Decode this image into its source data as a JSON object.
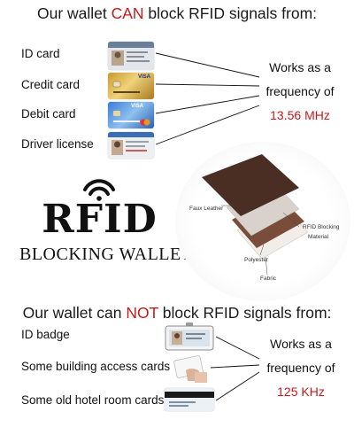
{
  "top": {
    "title_prefix": "Our wallet ",
    "title_accent": "CAN",
    "title_suffix": "  block RFID signals from:",
    "items": [
      {
        "label": "ID card",
        "icon": "id-card-icon"
      },
      {
        "label": "Credit card",
        "icon": "credit-card-icon"
      },
      {
        "label": "Debit card",
        "icon": "debit-card-icon"
      },
      {
        "label": "Driver license",
        "icon": "driver-license-icon"
      }
    ],
    "freq_line1": "Works as a",
    "freq_line2": "frequency of",
    "freq_value": "13.56 MHz",
    "card_texts": {
      "credit_brand": "VISA",
      "debit_brand": "VISA"
    }
  },
  "logo": {
    "word": "RFID",
    "subtitle": "BLOCKING WALLET",
    "icon": "wireless-signal-icon"
  },
  "diagram": {
    "layers": [
      "Faux Leather",
      "RFID Blocking",
      "Material",
      "Polyester",
      "Fabric"
    ],
    "colors": {
      "leather": "#4a2e24",
      "blocking": "#d9d2cc",
      "polyester": "#7a4c3a",
      "fabric": "#f2ede8"
    }
  },
  "bottom": {
    "title_prefix": "Our wallet can ",
    "title_accent": "NOT",
    "title_suffix": " block RFID signals from:",
    "items": [
      {
        "label": "ID badge",
        "icon": "id-badge-icon"
      },
      {
        "label": "Some building access cards",
        "icon": "access-card-icon"
      },
      {
        "label": "Some old hotel room cards",
        "icon": "hotel-card-icon"
      }
    ],
    "freq_line1": "Works as a",
    "freq_line2": "frequency of",
    "freq_value": "125 KHz"
  },
  "colors": {
    "accent_red": "#c41a1a",
    "text": "#111111"
  }
}
